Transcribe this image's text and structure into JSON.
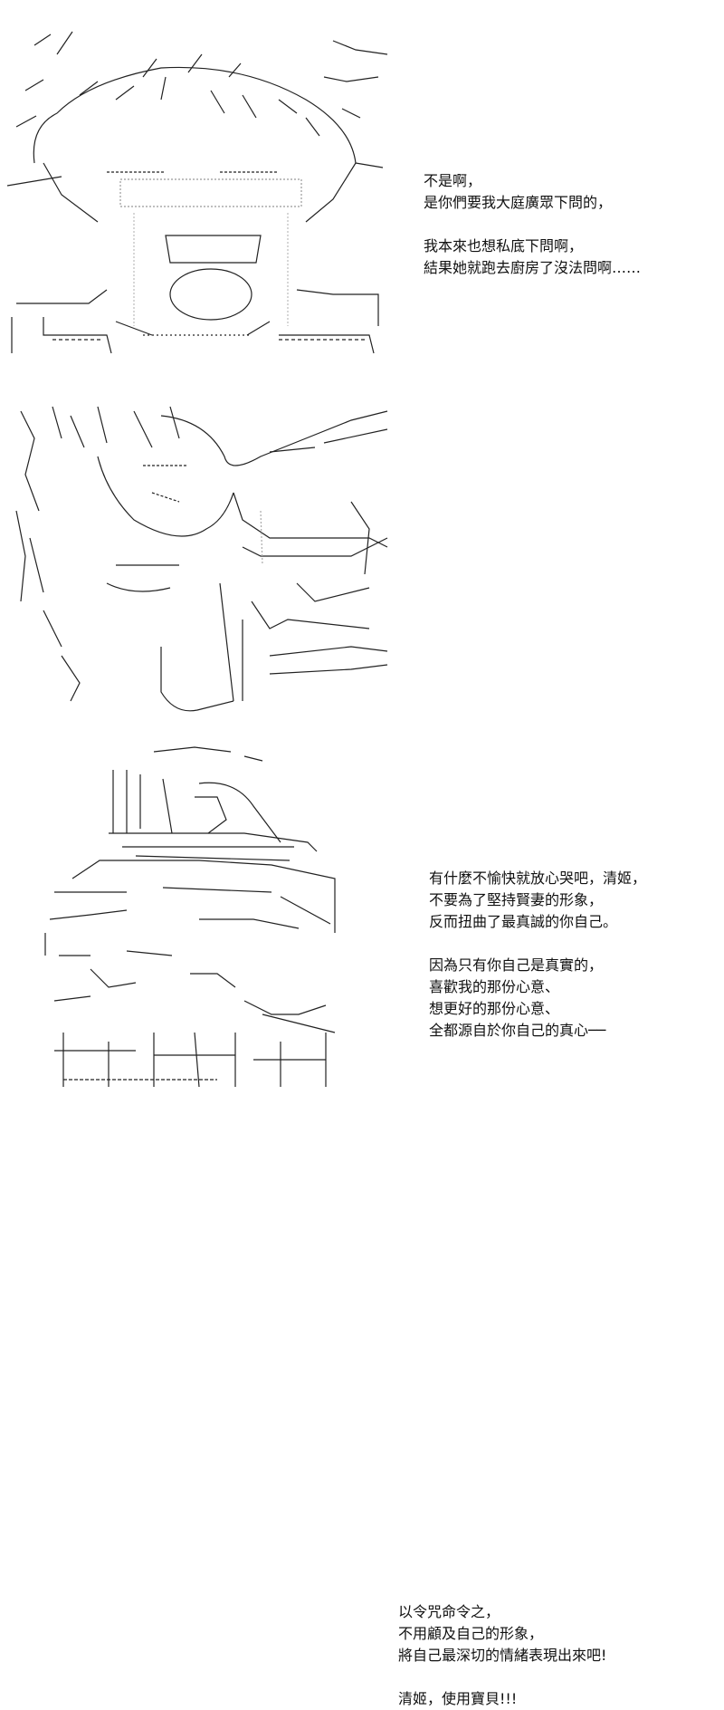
{
  "panels": [
    {
      "art": "ascii-art-character-shocked-face",
      "lines": [
        "不是啊，",
        "是你們要我大庭廣眾下問的，",
        "",
        "我本來也想私底下問啊，",
        "結果她就跑去廚房了沒法問啊……"
      ]
    },
    {
      "art": "ascii-art-character-crying-hands-over-face",
      "lines": [
        "有什麼不愉快就放心哭吧，清姬，",
        "不要為了堅持賢妻的形象，",
        "反而扭曲了最真誠的你自己。",
        "",
        "因為只有你自己是真實的，",
        "喜歡我的那份心意、",
        "想更好的那份心意、",
        "全都源自於你自己的真心──"
      ]
    },
    {
      "art": "ascii-art-character-command-seal-hand",
      "lines": [
        "以令咒命令之，",
        "不用顧及自己的形象，",
        "將自己最深切的情緒表現出來吧!",
        "",
        "清姬，使用寶貝!!!"
      ]
    }
  ]
}
